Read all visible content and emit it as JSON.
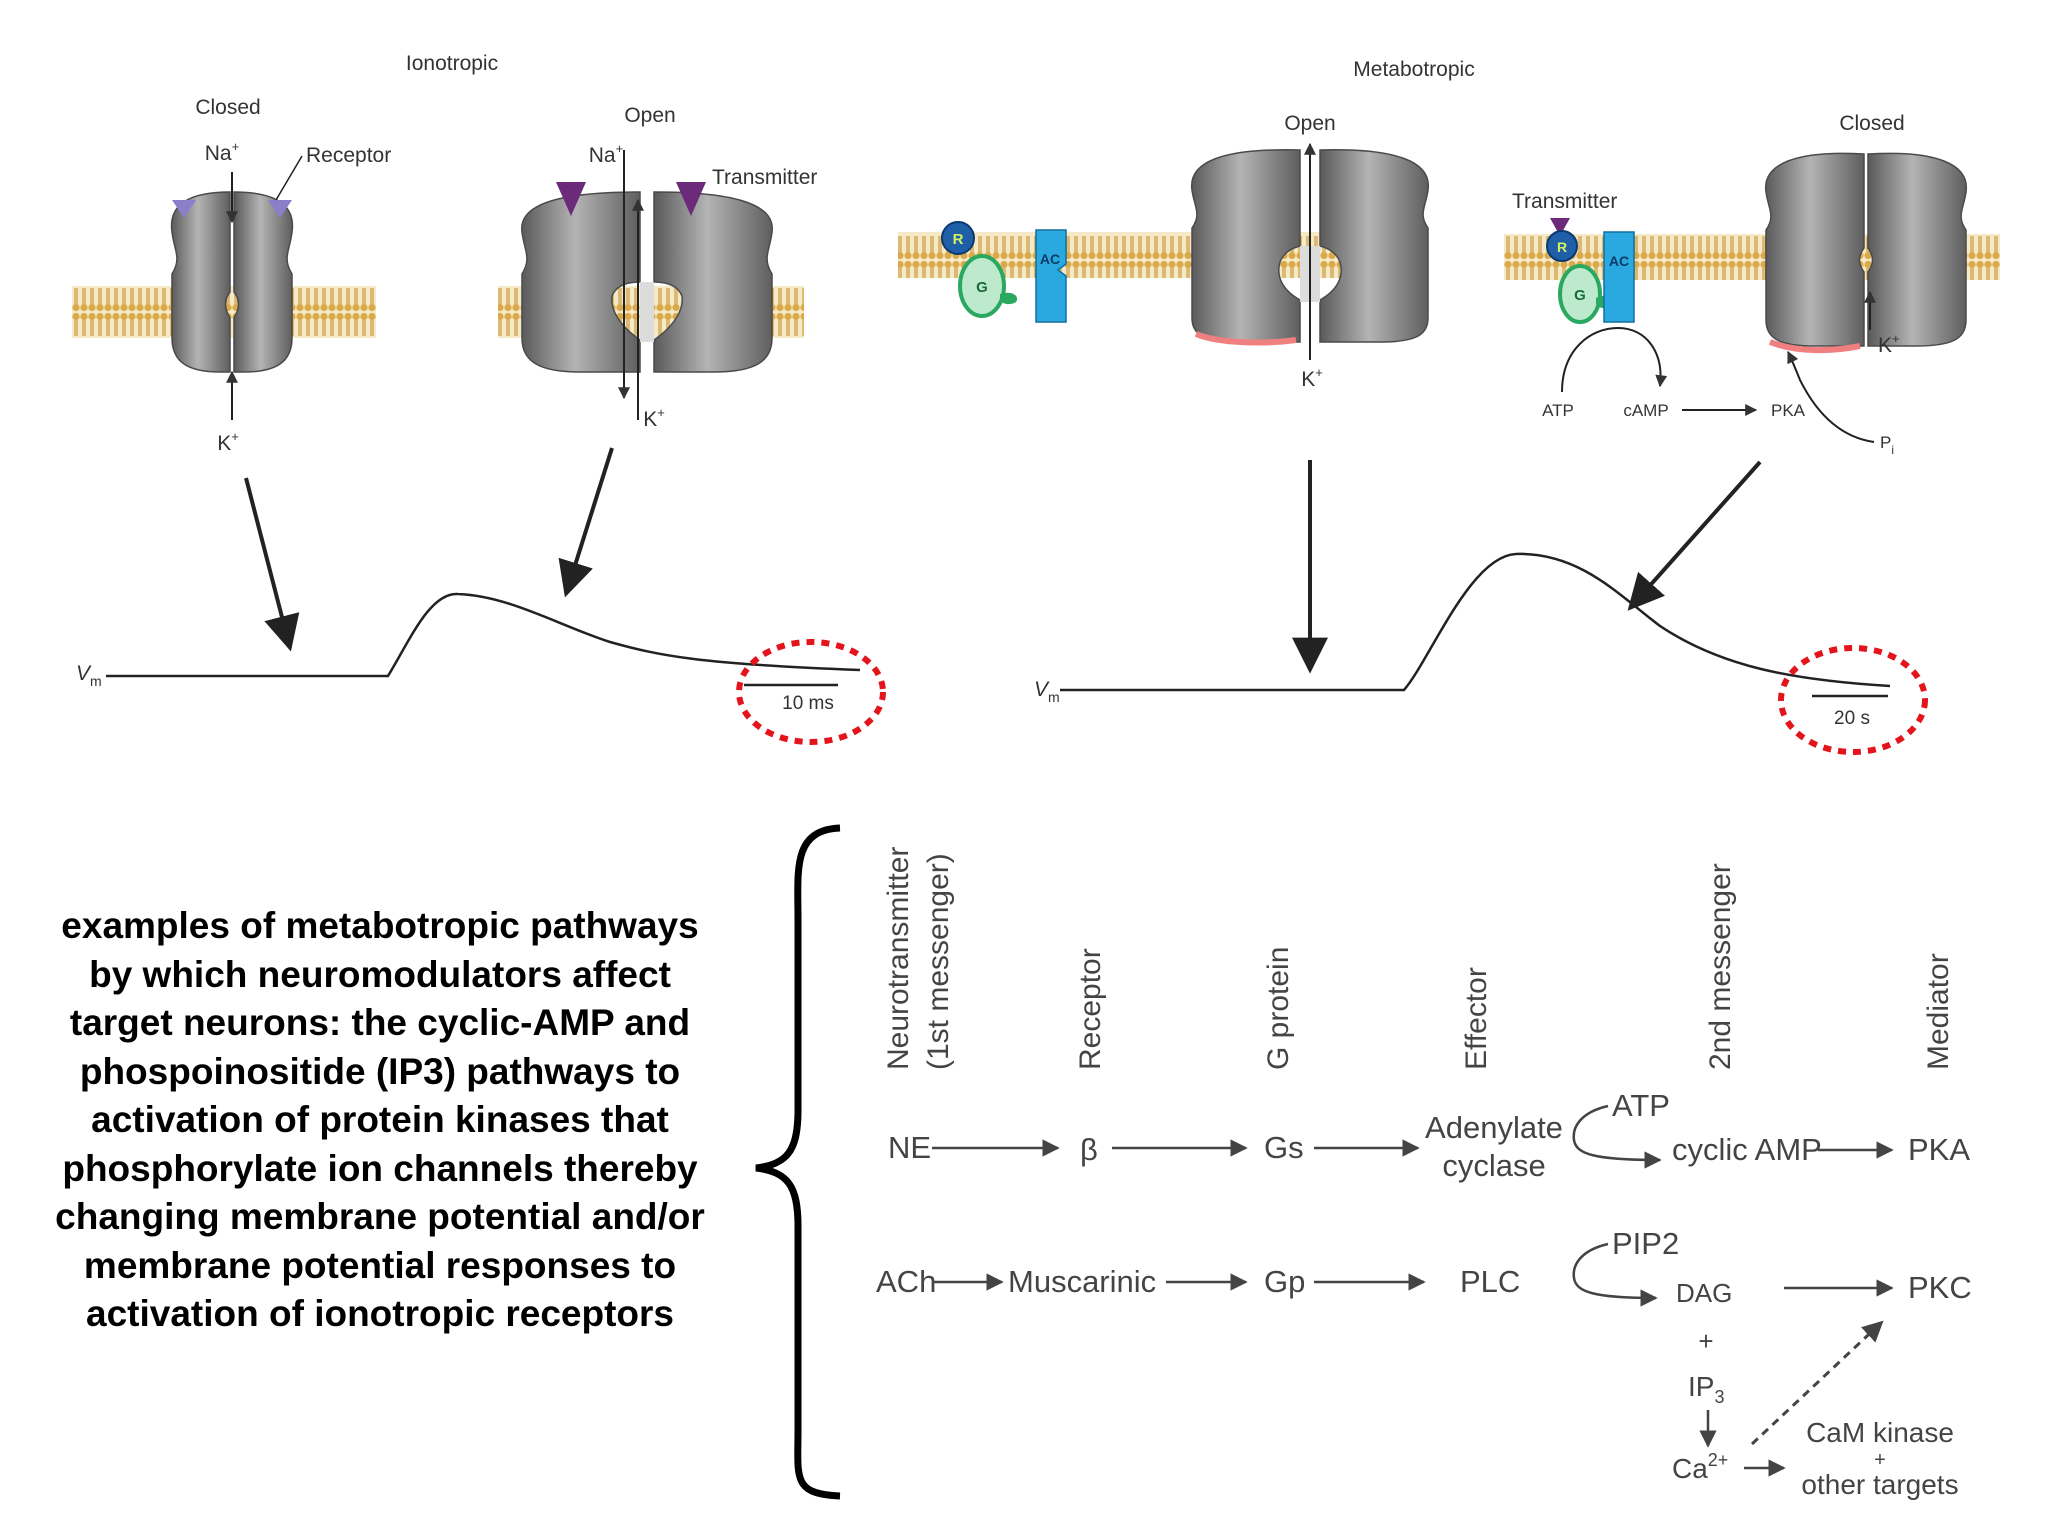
{
  "ionotropic": {
    "title": "Ionotropic",
    "closed_label": "Closed",
    "open_label": "Open",
    "na_label": "Na",
    "k_label": "K",
    "plus": "+",
    "receptor_label": "Receptor",
    "transmitter_label": "Transmitter",
    "vm_label": "V",
    "vm_sub": "m",
    "scale_label": "10 ms"
  },
  "metabotropic": {
    "title": "Metabotropic",
    "open_label": "Open",
    "closed_label": "Closed",
    "k_label": "K",
    "plus": "+",
    "transmitter_label": "Transmitter",
    "r_label": "R",
    "g_label": "G",
    "ac_label": "AC",
    "atp_label": "ATP",
    "camp_label": "cAMP",
    "pka_label": "PKA",
    "pi_label": "P",
    "pi_sub": "i",
    "vm_label": "V",
    "vm_sub": "m",
    "scale_label": "20 s"
  },
  "description": "examples of metabotropic pathways by which neuromodulators affect target neurons: the cyclic-AMP and phospoinositide (IP3) pathways to activation of protein kinases that phosphorylate ion channels thereby changing membrane potential and/or membrane potential responses to activation of ionotropic receptors",
  "pathway": {
    "columns": {
      "c1a": "Neurotransmitter",
      "c1b": "(1st messenger)",
      "c2": "Receptor",
      "c3": "G protein",
      "c4": "Effector",
      "c5": "2nd messenger",
      "c6": "Mediator"
    },
    "row1": {
      "ne": "NE",
      "beta": "β",
      "gs": "Gs",
      "effector_a": "Adenylate",
      "effector_b": "cyclase",
      "atp": "ATP",
      "camp": "cyclic AMP",
      "pka": "PKA"
    },
    "row2": {
      "ach": "ACh",
      "muscarinic": "Muscarinic",
      "gp": "Gp",
      "plc": "PLC",
      "pip2": "PIP2",
      "dag": "DAG",
      "plus": "+",
      "ip3": "IP",
      "ip3_sub": "3",
      "ca": "Ca",
      "ca_sup": "2+",
      "pkc": "PKC",
      "cam": "CaM kinase",
      "other": "other targets"
    }
  },
  "colors": {
    "membrane": "#d9a94a",
    "channel": "#8c8c8c",
    "ligand": "#6b2a7a",
    "receptor_site": "#8b7fc9",
    "ac_blue": "#2aa8e0",
    "g_green": "#2aa860",
    "r_blue": "#1f5fa8",
    "highlight_red": "#e3141b",
    "pink": "#f08080"
  }
}
